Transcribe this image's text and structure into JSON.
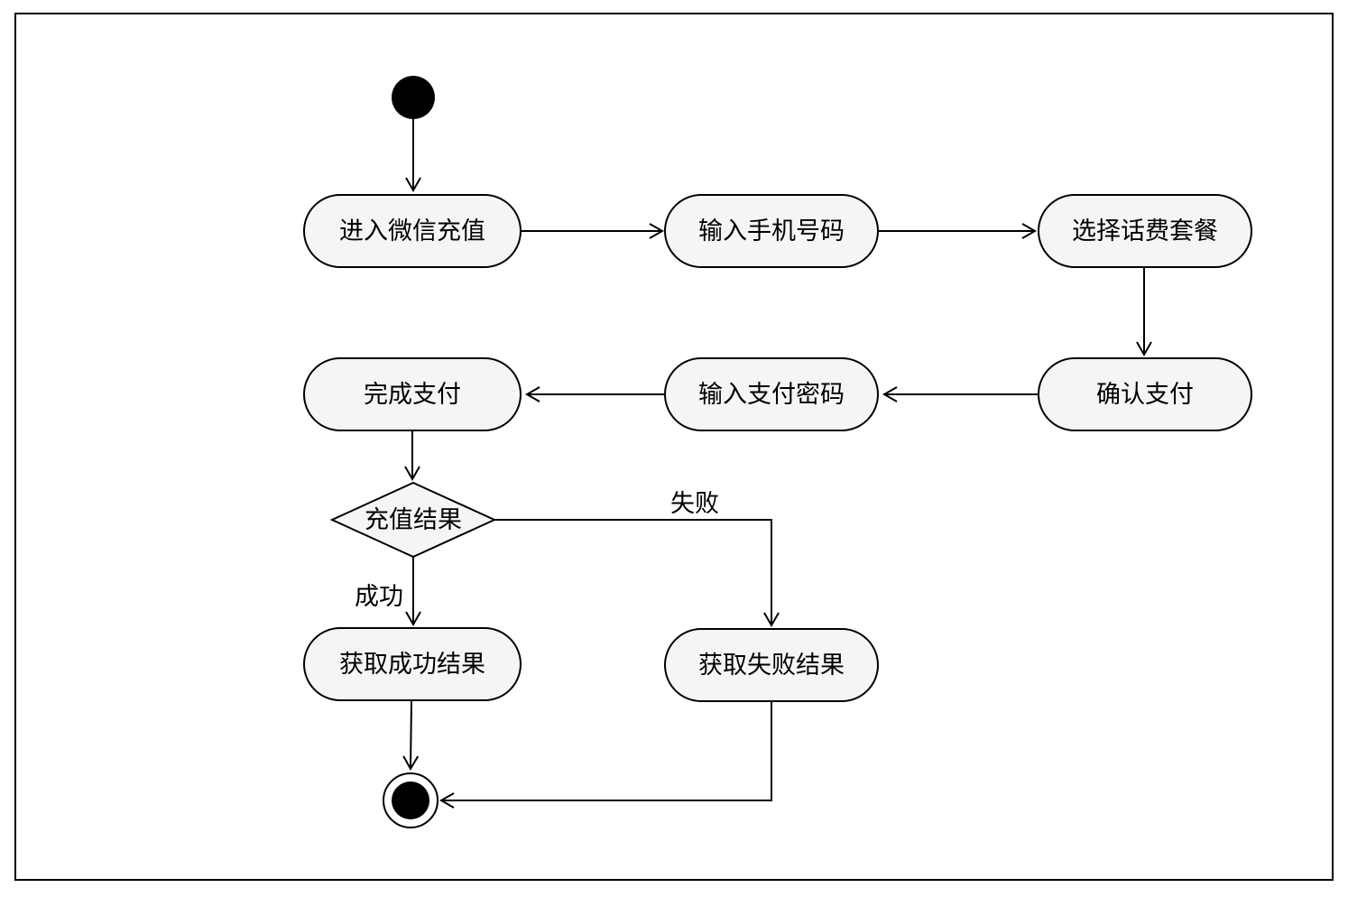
{
  "diagram": {
    "nodes": {
      "start": {
        "type": "initial"
      },
      "enterRecharge": {
        "label": "进入微信充值",
        "type": "action"
      },
      "enterPhone": {
        "label": "输入手机号码",
        "type": "action"
      },
      "selectPlan": {
        "label": "选择话费套餐",
        "type": "action"
      },
      "confirmPayment": {
        "label": "确认支付",
        "type": "action"
      },
      "enterPassword": {
        "label": "输入支付密码",
        "type": "action"
      },
      "completePayment": {
        "label": "完成支付",
        "type": "action"
      },
      "rechargeResult": {
        "label": "充值结果",
        "type": "decision"
      },
      "getSuccessResult": {
        "label": "获取成功结果",
        "type": "action"
      },
      "getFailureResult": {
        "label": "获取失败结果",
        "type": "action"
      },
      "end": {
        "type": "final"
      }
    },
    "edges": [
      {
        "from": "start",
        "to": "enterRecharge",
        "label": ""
      },
      {
        "from": "enterRecharge",
        "to": "enterPhone",
        "label": ""
      },
      {
        "from": "enterPhone",
        "to": "selectPlan",
        "label": ""
      },
      {
        "from": "selectPlan",
        "to": "confirmPayment",
        "label": ""
      },
      {
        "from": "confirmPayment",
        "to": "enterPassword",
        "label": ""
      },
      {
        "from": "enterPassword",
        "to": "completePayment",
        "label": ""
      },
      {
        "from": "completePayment",
        "to": "rechargeResult",
        "label": ""
      },
      {
        "from": "rechargeResult",
        "to": "getSuccessResult",
        "label": "成功"
      },
      {
        "from": "rechargeResult",
        "to": "getFailureResult",
        "label": "失败"
      },
      {
        "from": "getSuccessResult",
        "to": "end",
        "label": ""
      },
      {
        "from": "getFailureResult",
        "to": "end",
        "label": ""
      }
    ],
    "colors": {
      "background": "#ffffff",
      "node_fill": "#f5f5f5",
      "node_stroke": "#000000",
      "line": "#000000",
      "text": "#000000"
    }
  }
}
